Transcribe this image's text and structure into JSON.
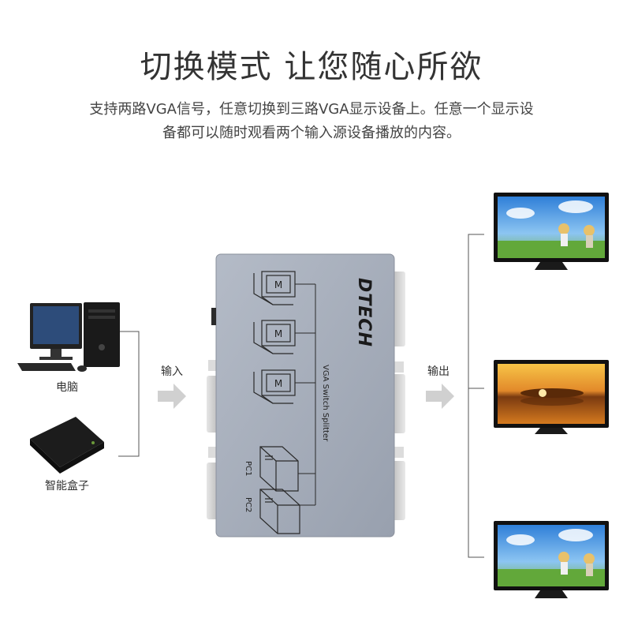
{
  "title": "切换模式 让您随心所欲",
  "description_line1": "支持两路VGA信号，任意切换到三路VGA显示设备上。任意一个显示设",
  "description_line2": "备都可以随时观看两个输入源设备播放的内容。",
  "inputs": {
    "label": "输入",
    "sources": [
      {
        "label": "电脑"
      },
      {
        "label": "智能盒子"
      }
    ]
  },
  "outputs": {
    "label": "输出"
  },
  "device": {
    "brand": "DTECH",
    "model_text": "VGA Switch Splitter",
    "monitor_mark": "M",
    "pc_labels": [
      "PC1",
      "PC2"
    ]
  },
  "colors": {
    "device_body": "#a4abb8",
    "arrow": "#d0d0d0",
    "line": "#555555"
  }
}
